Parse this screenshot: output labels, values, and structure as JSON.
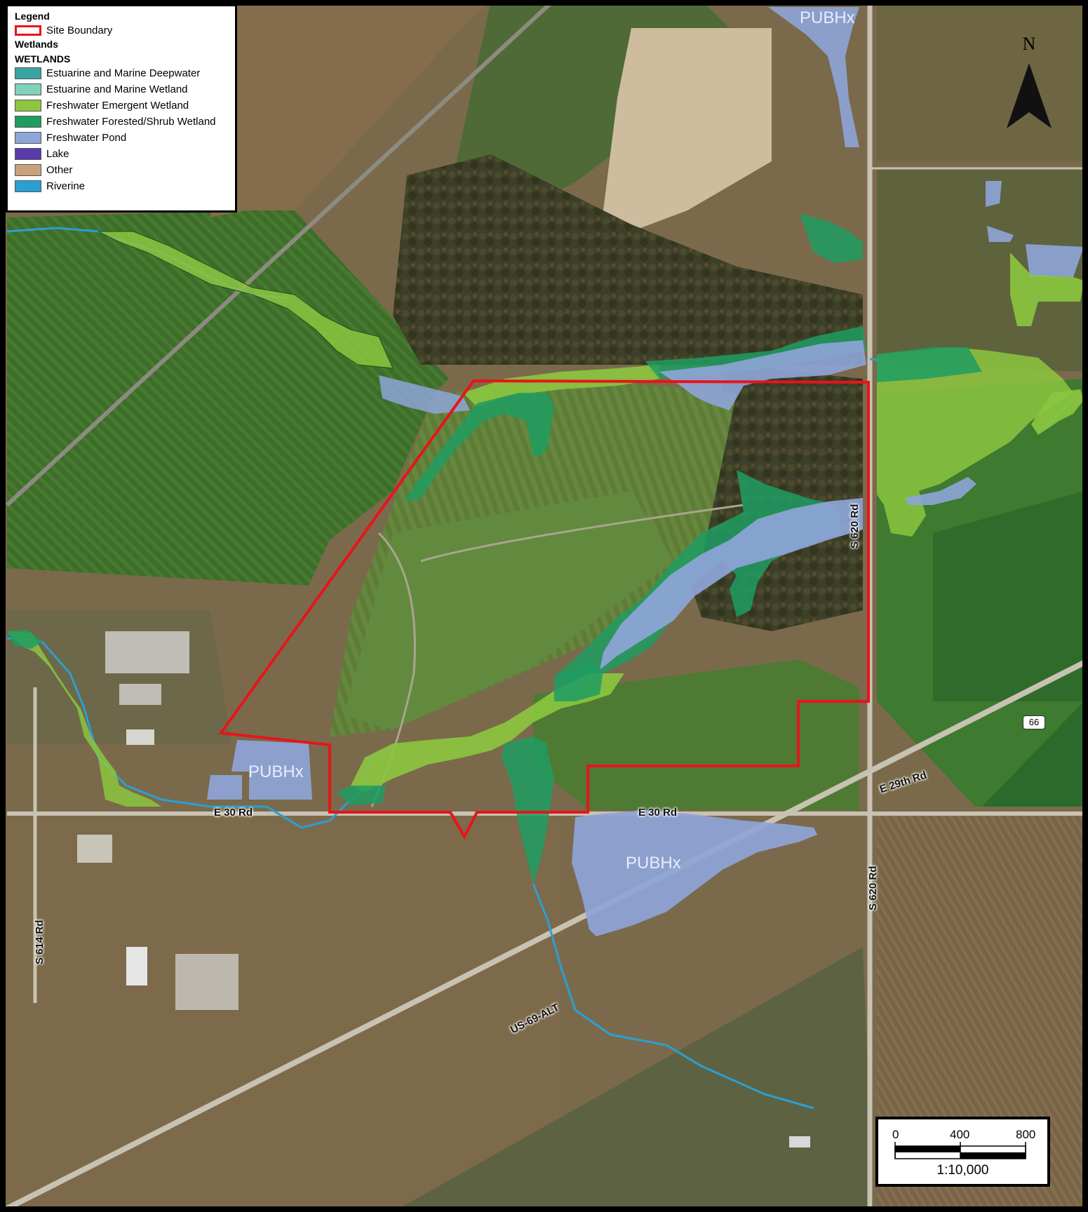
{
  "legend": {
    "title": "Legend",
    "site_boundary": "Site Boundary",
    "group1": "Wetlands",
    "group2": "WETLANDS",
    "items": [
      {
        "label": "Estuarine and Marine Deepwater",
        "color": "#3aa3a3"
      },
      {
        "label": "Estuarine and Marine Wetland",
        "color": "#7fd1b9"
      },
      {
        "label": "Freshwater Emergent Wetland",
        "color": "#8cc63f"
      },
      {
        "label": "Freshwater Forested/Shrub Wetland",
        "color": "#1f9c62"
      },
      {
        "label": "Freshwater Pond",
        "color": "#8ea5d8"
      },
      {
        "label": "Lake",
        "color": "#5a3aad"
      },
      {
        "label": "Other",
        "color": "#c9a27c"
      },
      {
        "label": "Riverine",
        "color": "#2b9fd4"
      }
    ]
  },
  "boundary_color": "#e8141b",
  "north_arrow": {
    "letter": "N"
  },
  "scale": {
    "ticks": [
      "0",
      "400",
      "800"
    ],
    "ratio": "1:10,000"
  },
  "wetland_codes": {
    "pond1": "PUBHx",
    "pond2": "PUBHx",
    "pond3": "PUBHx"
  },
  "roads": {
    "r1": "E 30 Rd",
    "r2": "E 30 Rd",
    "r3": "S 620 Rd",
    "r4": "S 620 Rd",
    "r5": "E 29th Rd",
    "r6": "S 614 Rd",
    "r7": "US-69-ALT",
    "shield": "66"
  }
}
